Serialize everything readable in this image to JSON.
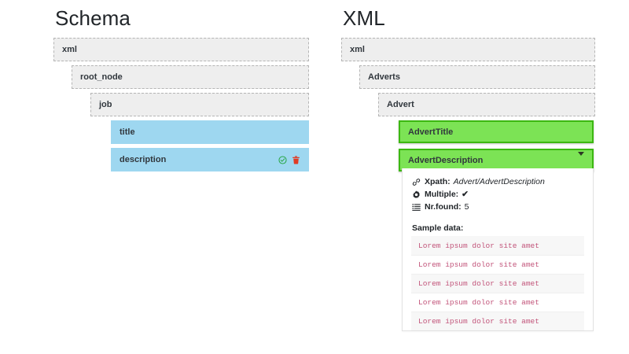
{
  "schema": {
    "title": "Schema",
    "nodes": [
      {
        "label": "xml",
        "level": 0,
        "state": "dashed",
        "icons": []
      },
      {
        "label": "root_node",
        "level": 1,
        "state": "dashed",
        "icons": []
      },
      {
        "label": "job",
        "level": 2,
        "state": "dashed",
        "icons": []
      },
      {
        "label": "title",
        "level": 3,
        "state": "selected-blue",
        "icons": []
      },
      {
        "label": "description",
        "level": 3,
        "state": "selected-blue",
        "icons": [
          "check-circle-icon",
          "trash-icon"
        ]
      }
    ]
  },
  "xml": {
    "title": "XML",
    "nodes": [
      {
        "label": "xml",
        "level": 0,
        "state": "dashed",
        "icons": []
      },
      {
        "label": "Adverts",
        "level": 1,
        "state": "dashed",
        "icons": []
      },
      {
        "label": "Advert",
        "level": 2,
        "state": "dashed",
        "icons": []
      },
      {
        "label": "AdvertTitle",
        "level": 3,
        "state": "selected-green",
        "icons": []
      },
      {
        "label": "AdvertDescription",
        "level": 3,
        "state": "selected-green",
        "icons": [
          "chevron-down-icon"
        ]
      }
    ]
  },
  "detail": {
    "xpath_label": "Xpath:",
    "xpath_value": "Advert/AdvertDescription",
    "multiple_label": "Multiple:",
    "multiple_value": "✔",
    "nrfound_label": "Nr.found:",
    "nrfound_value": "5",
    "sample_title": "Sample data:",
    "samples": [
      "Lorem ipsum dolor site amet",
      "Lorem ipsum dolor site amet",
      "Lorem ipsum dolor site amet",
      "Lorem ipsum dolor site amet",
      "Lorem ipsum dolor site amet"
    ]
  },
  "colors": {
    "dashed_fill": "#eeeeee",
    "dashed_border": "#b5b5b5",
    "selected_blue": "#9ed7f0",
    "selected_green": "#7ce355",
    "selected_green_border": "#3cb811",
    "sample_text": "#c2547a",
    "check_icon": "#28a745",
    "trash_icon": "#e03b24"
  }
}
